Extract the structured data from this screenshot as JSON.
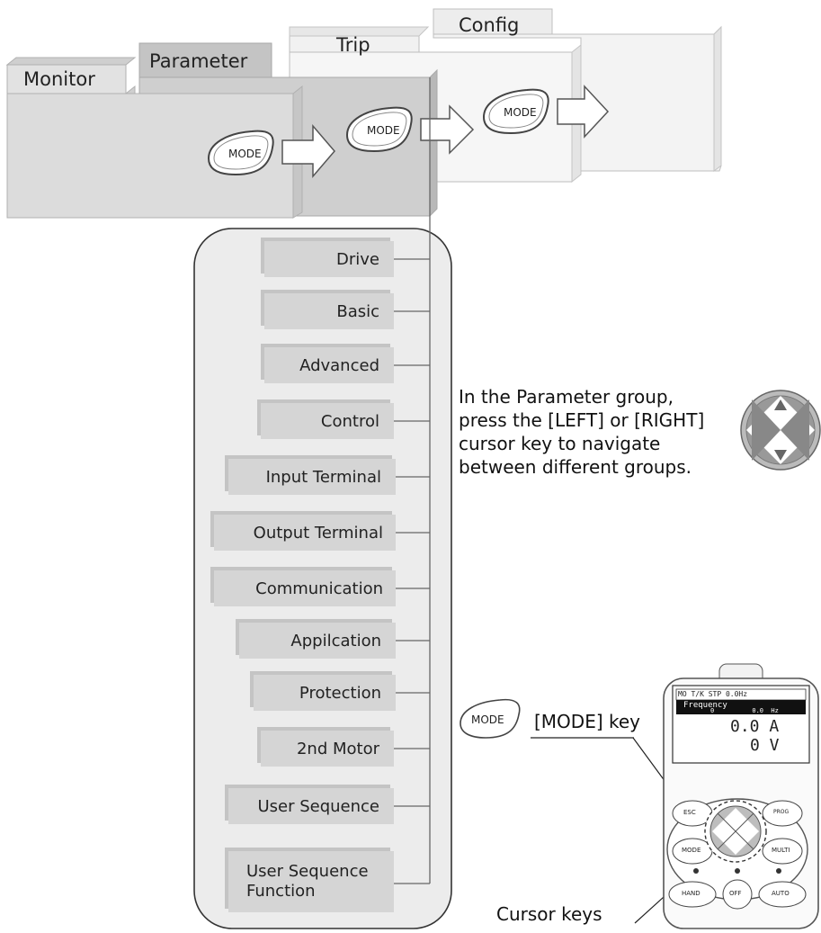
{
  "tabs": [
    {
      "label": "Monitor"
    },
    {
      "label": "Parameter"
    },
    {
      "label": "Trip"
    },
    {
      "label": "Config"
    }
  ],
  "mode_key_label": "MODE",
  "parameter_groups": [
    {
      "label": "Drive"
    },
    {
      "label": "Basic"
    },
    {
      "label": "Advanced"
    },
    {
      "label": "Control"
    },
    {
      "label": "Input Terminal"
    },
    {
      "label": "Output Terminal"
    },
    {
      "label": "Communication"
    },
    {
      "label": "Appilcation"
    },
    {
      "label": "Protection"
    },
    {
      "label": "2nd Motor"
    },
    {
      "label": "User Sequence"
    },
    {
      "label": "User Sequence",
      "label2": "Function"
    }
  ],
  "info_text": "In the Parameter group,\npress the  [LEFT] or [RIGHT]\ncursor key to navigate\nbetween different groups.",
  "callouts": {
    "mode_key": "[MODE] key",
    "cursor_keys": "Cursor keys"
  },
  "keypad": {
    "status_line": "MO T/K STP  0.0Hz",
    "screen_title": "Frequency",
    "screen_small": "0          0.0  Hz",
    "current": "0.0 A",
    "voltage": "0 V",
    "buttons": {
      "esc": "ESC",
      "prg": "PROG",
      "mode": "MODE",
      "multi": "MULTI",
      "hand": "HAND",
      "off": "OFF",
      "auto": "AUTO"
    }
  }
}
